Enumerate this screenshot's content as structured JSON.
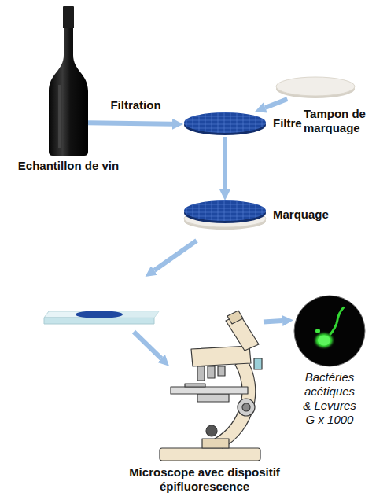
{
  "diagram": {
    "nodes": [
      {
        "text": [
          "Echantillon de vin"
        ]
      },
      {
        "text": [
          "Tampon de marquage"
        ]
      },
      {
        "text": [
          "Filtre"
        ]
      },
      {
        "text": [
          "Marquage"
        ]
      },
      {
        "text": [
          "Microscope avec dispositif épifluorescence"
        ]
      },
      {
        "text": [
          "Bactéries acétiques & Levures G x 1000"
        ]
      }
    ],
    "edges": [
      {
        "from": 0,
        "to": 2,
        "label": "Filtration",
        "arrow": "to"
      },
      {
        "from": 1,
        "to": 2,
        "arrow": "to"
      },
      {
        "from": 2,
        "to": 3,
        "arrow": "to"
      },
      {
        "from": 4,
        "to": 5,
        "arrow": "to"
      }
    ]
  }
}
